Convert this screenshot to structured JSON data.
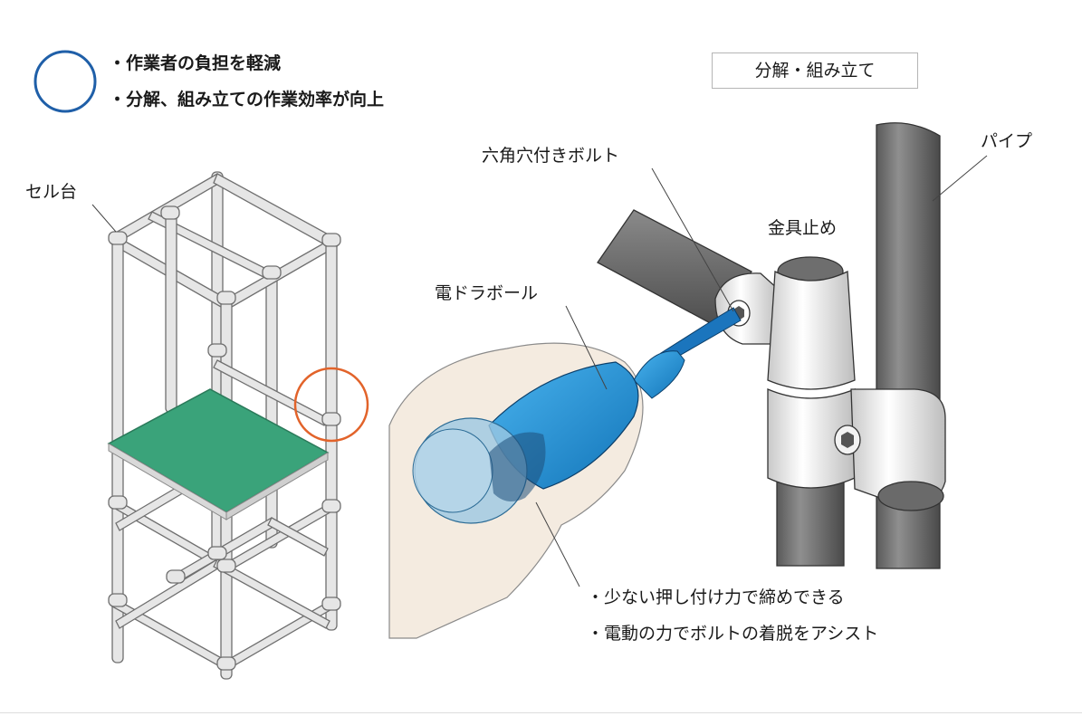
{
  "benefits": {
    "mark": "circle-mark",
    "items": [
      "・作業者の負担を軽減",
      "・分解、組み立ての作業効率が向上"
    ]
  },
  "tag_label": "分解・組み立て",
  "labels": {
    "cell_stand": "セル台",
    "hex_bolt": "六角穴付きボルト",
    "pipe": "パイプ",
    "metal_joint": "金具止め",
    "electric_ball": "電ドラボール"
  },
  "notes": [
    "・少ない押し付け力で締めできる",
    "・電動の力でボルトの着脱をアシスト"
  ],
  "colors": {
    "mark_blue": "#1f5fa8",
    "highlight_orange": "#e2632a",
    "platform_green": "#3aa37a",
    "tool_blue": "#1b8fd6",
    "pipe_gray": "#7b7b7b",
    "skin": "#f4ebe0"
  }
}
